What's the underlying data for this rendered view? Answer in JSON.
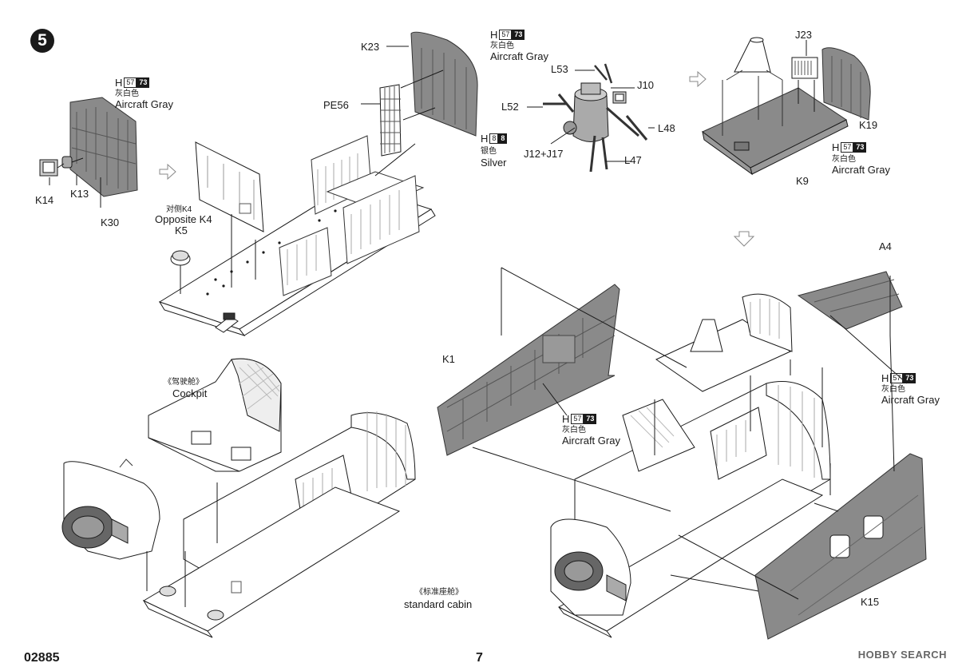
{
  "step": {
    "number": "5"
  },
  "paint_chips": {
    "aircraft_gray": {
      "h": "H",
      "code": "57",
      "num": "73",
      "cn": "灰白色",
      "en": "Aircraft Gray"
    },
    "silver": {
      "h": "H",
      "code": "8",
      "num": "8",
      "cn": "银色",
      "en": "Silver"
    }
  },
  "parts": {
    "k23": "K23",
    "pe56": "PE56",
    "k14": "K14",
    "k13": "K13",
    "k30": "K30",
    "k5": "K5",
    "l53": "L53",
    "j10": "J10",
    "l52": "L52",
    "l48": "L48",
    "j12_j17": "J12+J17",
    "l47": "L47",
    "j23": "J23",
    "k19": "K19",
    "k9": "K9",
    "a4": "A4",
    "k1": "K1",
    "k15": "K15"
  },
  "labels": {
    "opposite_cn": "对侧K4",
    "opposite_en": "Opposite K4",
    "cockpit_cn": "《驾驶舱》",
    "cockpit_en": "Cockpit",
    "cabin_cn": "《标准座舱》",
    "cabin_en": "standard cabin"
  },
  "footer": {
    "code": "02885",
    "page": "7",
    "watermark": "HOBBY SEARCH"
  },
  "colors": {
    "ink": "#1a1a1a",
    "part_gray": "#8a8a8a",
    "part_fill": "#ffffff"
  }
}
